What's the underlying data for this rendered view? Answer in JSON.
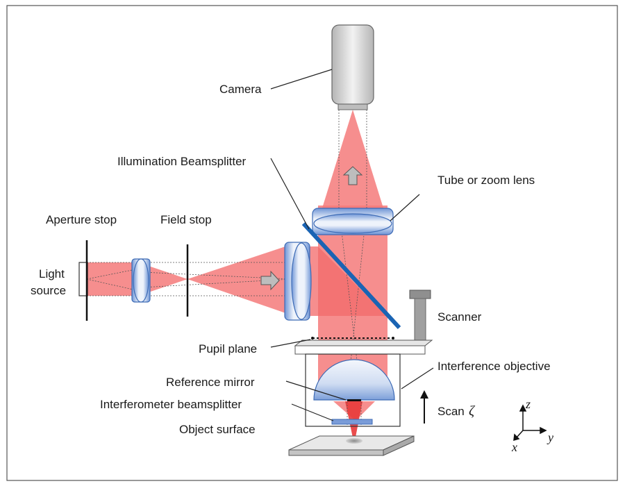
{
  "labels": {
    "camera": "Camera",
    "illumination_beamsplitter": "Illumination Beamsplitter",
    "tube_lens": "Tube or zoom lens",
    "aperture_stop": "Aperture stop",
    "field_stop": "Field stop",
    "light_source_line1": "Light",
    "light_source_line2": "source",
    "scanner": "Scanner",
    "pupil_plane": "Pupil plane",
    "interference_objective": "Interference objective",
    "reference_mirror": "Reference mirror",
    "interferometer_beamsplitter": "Interferometer beamsplitter",
    "object_surface": "Object surface",
    "scan": "Scan",
    "scan_symbol": "ζ",
    "axis_z": "z",
    "axis_x": "x",
    "axis_y": "y"
  },
  "colors": {
    "beam": "#f47a7a",
    "beam_dark": "#e83a3a",
    "lens_blue": "#7a9cd8",
    "beamsplitter": "#1a64b4",
    "gray": "#9a9a9a"
  }
}
